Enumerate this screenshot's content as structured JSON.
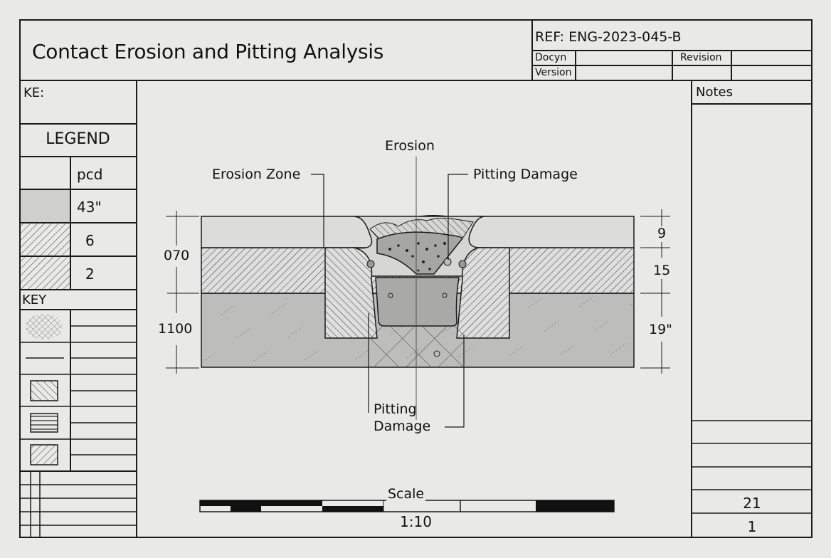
{
  "title_block": {
    "title": "Contact Erosion and Pitting Analysis",
    "ref": "REF: ENG-2023-045-B",
    "doc_label": "Docyn",
    "revision_label": "Revision",
    "version_label": "Version"
  },
  "legend_panel": {
    "key_label": "KE:",
    "legend_title": "LEGEND",
    "header_value": "pcd",
    "rows": [
      {
        "pattern": "stipple-fill",
        "value": "43\""
      },
      {
        "pattern": "diagonal-hatch",
        "value": "6"
      },
      {
        "pattern": "diagonal-hatch",
        "value": "2"
      }
    ]
  },
  "key_panel": {
    "title": "KEY",
    "symbols": [
      "crosshatch-stipple-icon",
      "line-icon",
      "back-diagonal-hatch-icon",
      "horizontal-hatch-icon",
      "fine-diagonal-hatch-icon"
    ]
  },
  "notes_panel": {
    "title": "Notes",
    "sheet_number": "21",
    "sheet_count": "1"
  },
  "drawing": {
    "callouts": {
      "erosion": "Erosion",
      "erosion_zone": "Erosion Zone",
      "pitting_damage_top": "Pitting Damage",
      "pitting_damage_bottom_line1": "Pitting",
      "pitting_damage_bottom_line2": "Damage"
    },
    "dimensions_left": [
      "070",
      "1100"
    ],
    "dimensions_right": [
      "9",
      "15",
      "19\""
    ]
  },
  "scale_bar": {
    "label": "Scale",
    "ratio": "1:10"
  },
  "colors": {
    "line": "#1a1a1a",
    "paper": "#e9e9e8",
    "top_layer": "#dcdcdb",
    "bottom_layer": "#bdbdbc",
    "core_fill": "#a9a9a8"
  }
}
